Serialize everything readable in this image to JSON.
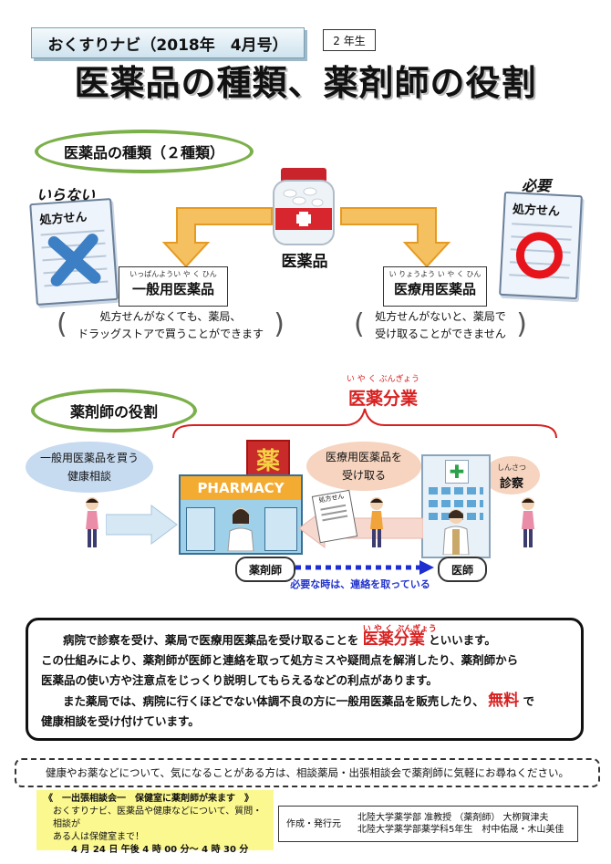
{
  "header": {
    "newsletter": "おくすりナビ（2018年　4月号）",
    "grade": "2 年生",
    "title": "医薬品の種類、薬剤師の役割"
  },
  "section1": {
    "title": "医薬品の種類（２種類）",
    "not_needed": "いらない",
    "needed": "必要",
    "rx_label": "処方せん",
    "center_label": "医薬品",
    "otc": {
      "ruby": "いっぱんようい や く ひん",
      "label": "一般用医薬品",
      "desc1": "処方せんがなくても、薬局、",
      "desc2": "ドラッグストアで買うことができます"
    },
    "rx": {
      "ruby": "い りょうよう い や く ひん",
      "label": "医療用医薬品",
      "desc1": "処方せんがないと、薬局で",
      "desc2": "受け取ることができません"
    }
  },
  "section2": {
    "title": "薬剤師の役割",
    "bunbun_ruby": "い や く ぶんぎょう",
    "bunbun": "医薬分業",
    "bubble_left1": "一般用医薬品を買う",
    "bubble_left2": "健康相談",
    "bubble_mid1": "医療用医薬品を",
    "bubble_mid2": "受け取る",
    "bubble_right_ruby": "しんさつ",
    "bubble_right": "診察",
    "sign_kanji": "薬",
    "pharmacy": "PHARMACY",
    "rx_small": "処方せん",
    "pharmacist": "薬剤師",
    "doctor": "医師",
    "contact": "必要な時は、連絡を取っている"
  },
  "main": {
    "l1a": "病院で診察を受け、薬局で医療用医薬品を受け取ることを",
    "ruby": "い や く ぶんぎょう",
    "term": "医薬分業",
    "l1b": "といいます。",
    "l2": "この仕組みにより、薬剤師が医師と連絡を取って処方ミスや疑問点を解消したり、薬剤師から",
    "l3": "医薬品の使い方や注意点をじっくり説明してもらえるなどの利点があります。",
    "l4a": "また薬局では、病院に行くほどでない体調不良の方に一般用医薬品を販売したり、",
    "free": "無料",
    "l4b": "で",
    "l5": "健康相談を受け付けています。"
  },
  "footer": {
    "note": "健康やお薬などについて、気になることがある方は、相談薬局・出張相談会で薬剤師に気軽にお尋ねください。",
    "event_title": "《　一出張相談会一　保健室に薬剤師が来ます　》",
    "event_l1": "おくすりナビ、医薬品や健康などについて、質問・相談が",
    "event_l2": "ある人は保健室まで！",
    "event_time": "4 月  24 日  午後  4 時  00 分～  4 時  30 分",
    "credit_label": "作成・発行元",
    "credit_l1": "北陸大学薬学部  准教授 （薬剤師）  大栁賀津夫",
    "credit_l2": "北陸大学薬学部薬学科5年生　村中佑晟・木山美佳"
  },
  "colors": {
    "green": "#7bb04a",
    "red": "#d82020",
    "orange": "#f2a93a",
    "blue": "#2233cc",
    "yellow": "#fbf88f"
  }
}
